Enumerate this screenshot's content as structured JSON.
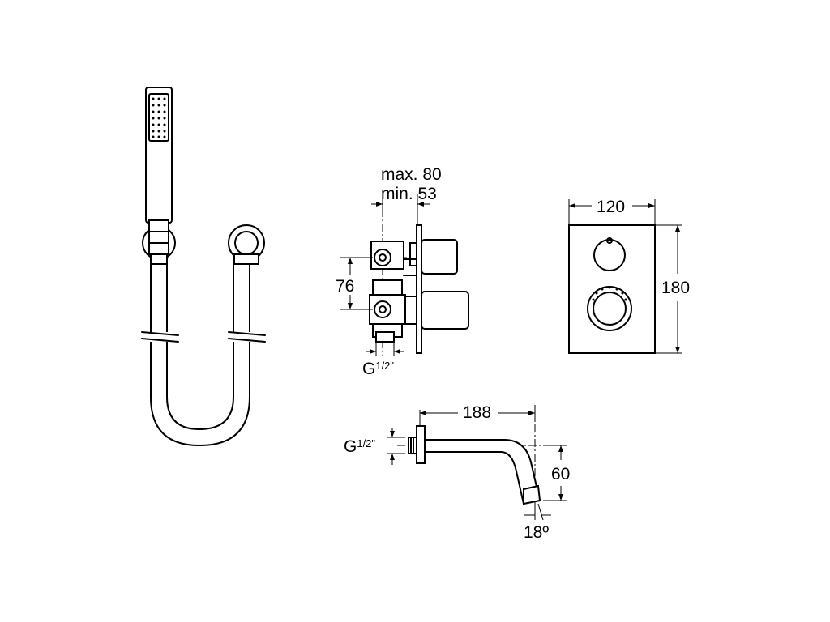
{
  "dimensions": {
    "depth_max": "max. 80",
    "depth_min": "min. 53",
    "valve_spacing": "76",
    "valve_thread": "G",
    "valve_thread_frac": "1/2\"",
    "plate_width": "120",
    "plate_height": "180",
    "spout_length": "188",
    "spout_thread": "G",
    "spout_thread_frac": "1/2\"",
    "spout_drop": "60",
    "spout_angle": "18º"
  }
}
